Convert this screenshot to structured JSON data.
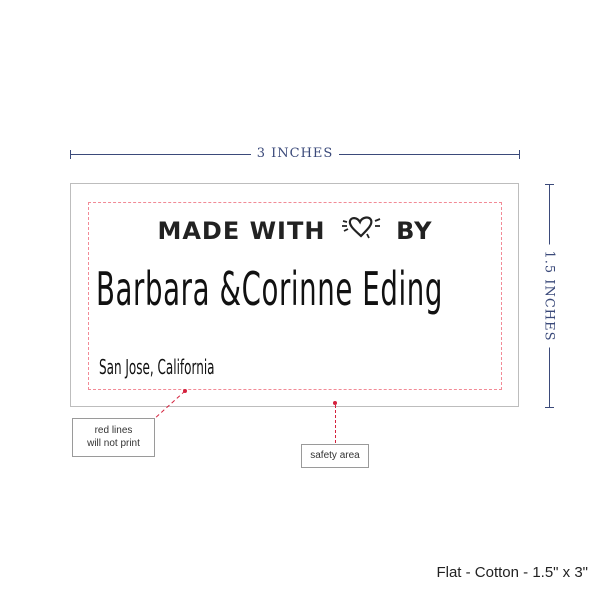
{
  "dimensions": {
    "width_label": "3 INCHES",
    "height_label": "1.5 INCHES"
  },
  "label": {
    "tagline_before": "MADE WITH",
    "tagline_icon": "heart-icon",
    "tagline_after": "BY",
    "name": "Barbara &Corinne Eding",
    "location": "San Jose, California"
  },
  "callouts": {
    "red_lines_line1": "red lines",
    "red_lines_line2": "will not print",
    "safety_area": "safety area"
  },
  "product_description": "Flat - Cotton - 1.5\" x 3\"",
  "colors": {
    "dimension": "#3b4a7a",
    "safety_line": "#f28a96",
    "marker": "#d4213d"
  }
}
